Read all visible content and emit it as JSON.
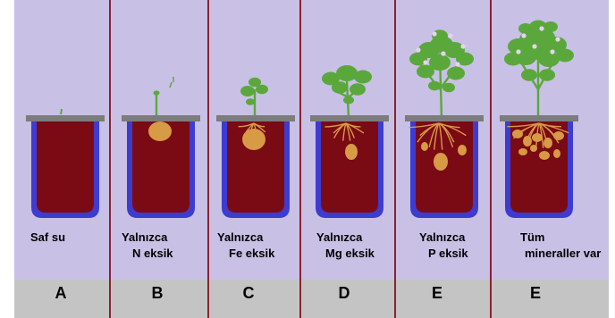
{
  "columns": [
    {
      "id": "A",
      "letter": "A",
      "caption_line1": "Saf su",
      "caption_line2": "",
      "plant_level": 0
    },
    {
      "id": "B",
      "letter": "B",
      "caption_line1": "Yalnızca",
      "caption_line2": "N eksik",
      "plant_level": 1
    },
    {
      "id": "C",
      "letter": "C",
      "caption_line1": "Yalnızca",
      "caption_line2": "Fe eksik",
      "plant_level": 2
    },
    {
      "id": "D",
      "letter": "D",
      "caption_line1": "Yalnızca",
      "caption_line2": "Mg eksik",
      "plant_level": 3
    },
    {
      "id": "E1",
      "letter": "E",
      "caption_line1": "Yalnızca",
      "caption_line2": "P eksik",
      "plant_level": 4
    },
    {
      "id": "E2",
      "letter": "E",
      "caption_line1": "Tüm",
      "caption_line2": "mineraller var",
      "plant_level": 5
    }
  ],
  "colors": {
    "panel": "#c9c0e6",
    "band": "#c4c4c4",
    "divider": "#8b2230",
    "pot_outer": "#3e3bd0",
    "pot_inner": "#7a0a14",
    "rim": "#7c7c7c",
    "tuber": "#d79a45",
    "leaf": "#5aa83c",
    "flower": "#e6d2f0"
  }
}
